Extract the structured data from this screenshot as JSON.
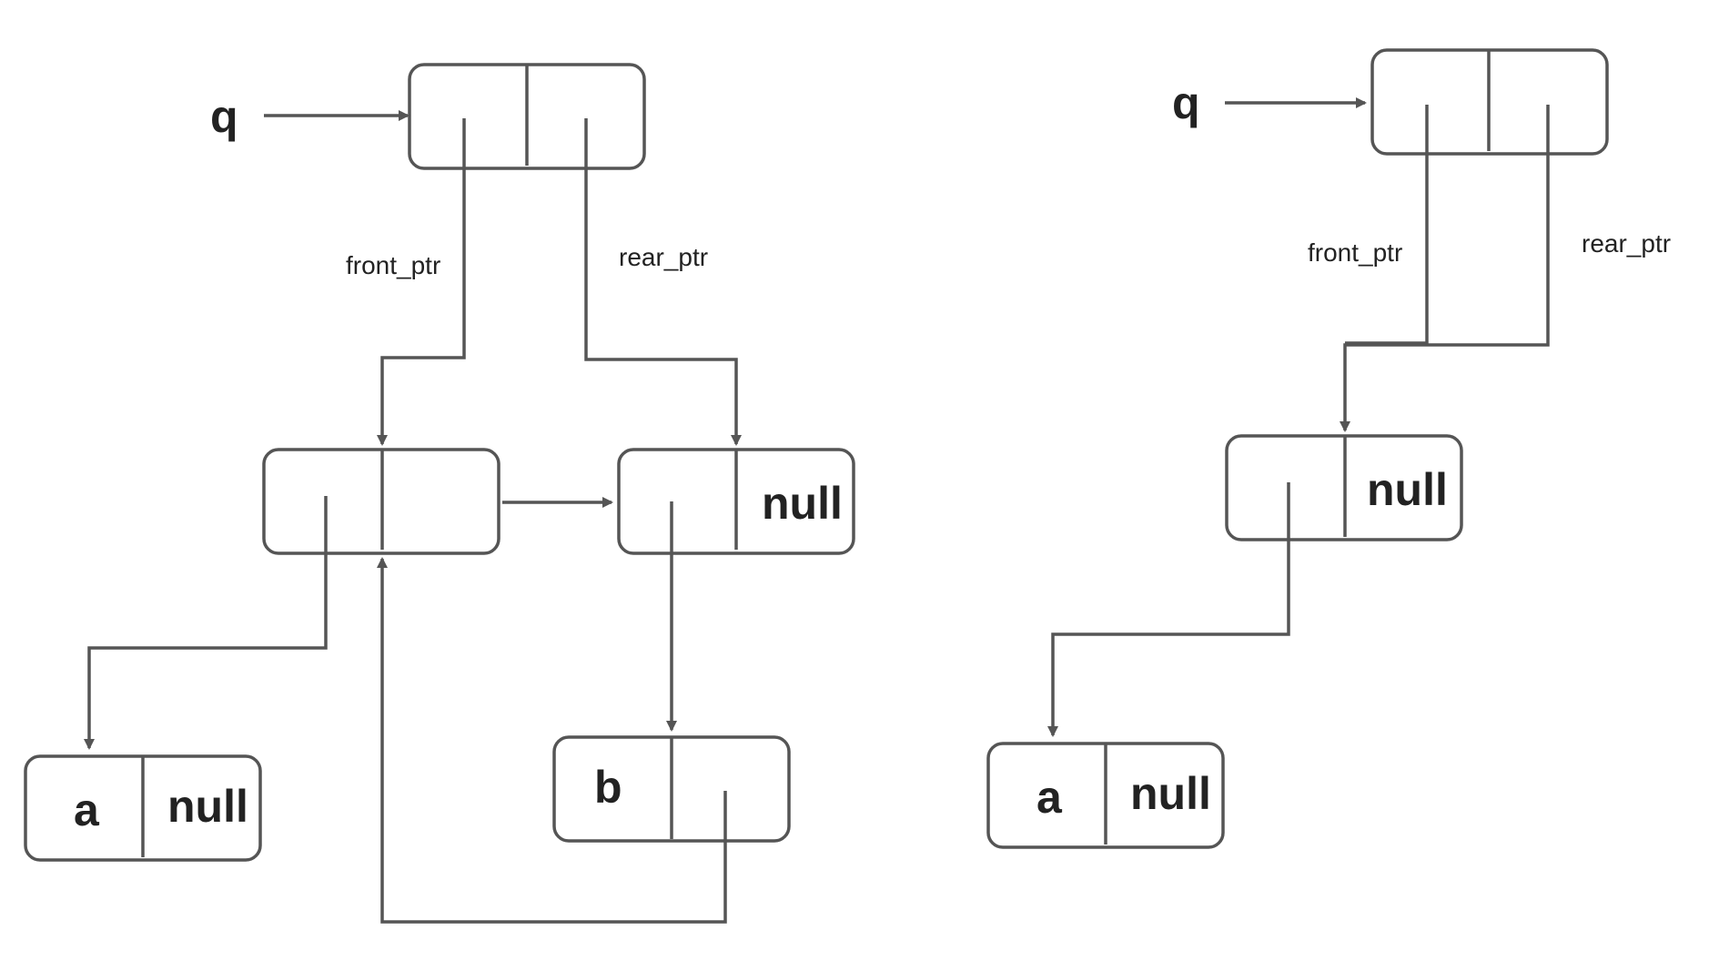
{
  "colors": {
    "line": "#555555",
    "text": "#222222",
    "background": "#ffffff"
  },
  "left_diagram": {
    "queue_var": "q",
    "front_label": "front_ptr",
    "rear_label": "rear_ptr",
    "pair1_cdr": "",
    "pair2_cdr": "null",
    "node_a": {
      "car": "a",
      "cdr": "null"
    },
    "node_b": {
      "car": "b",
      "cdr": ""
    }
  },
  "right_diagram": {
    "queue_var": "q",
    "front_label": "front_ptr",
    "rear_label": "rear_ptr",
    "pair1_cdr": "null",
    "node_a": {
      "car": "a",
      "cdr": "null"
    }
  }
}
